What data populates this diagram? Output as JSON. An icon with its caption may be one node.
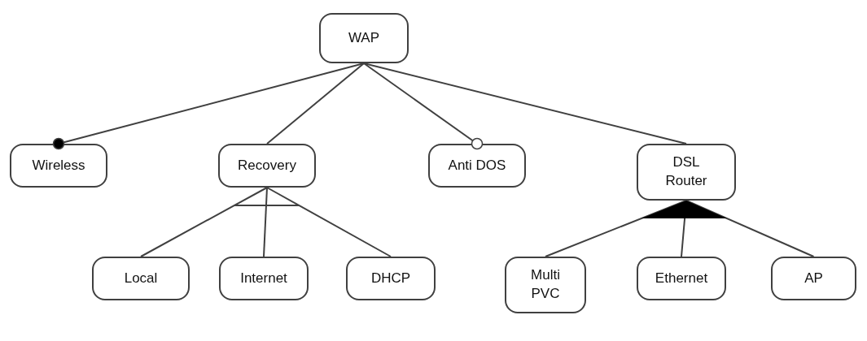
{
  "diagram": {
    "nodes": [
      {
        "text": [
          "WAP"
        ]
      },
      {
        "text": [
          "Wireless"
        ]
      },
      {
        "text": [
          "Recovery"
        ]
      },
      {
        "text": [
          "Anti DOS"
        ]
      },
      {
        "text": [
          "DSL Router"
        ]
      },
      {
        "text": [
          "Local"
        ]
      },
      {
        "text": [
          "Internet"
        ]
      },
      {
        "text": [
          "DHCP"
        ]
      },
      {
        "text": [
          "Multi PVC"
        ]
      },
      {
        "text": [
          "Ethernet"
        ]
      },
      {
        "text": [
          "AP"
        ]
      }
    ],
    "edges": [
      {
        "from": 0,
        "to": 1,
        "arrow": "other"
      },
      {
        "from": 0,
        "to": 2,
        "arrow": "none"
      },
      {
        "from": 0,
        "to": 3,
        "arrow": "other"
      },
      {
        "from": 0,
        "to": 4,
        "arrow": "none"
      },
      {
        "from": 2,
        "to": 5,
        "arrow": "none"
      },
      {
        "from": 2,
        "to": 6,
        "arrow": "none"
      },
      {
        "from": 2,
        "to": 7,
        "arrow": "none"
      },
      {
        "from": 4,
        "to": 8,
        "arrow": "none"
      },
      {
        "from": 4,
        "to": 9,
        "arrow": "none"
      },
      {
        "from": 4,
        "to": 10,
        "arrow": "none"
      }
    ]
  }
}
